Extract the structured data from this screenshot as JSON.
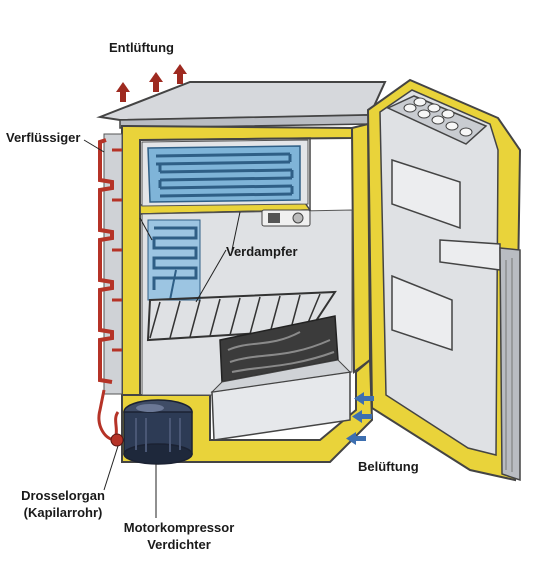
{
  "labels": {
    "entlueftung": "Entlüftung",
    "verfluessiger": "Verflüssiger",
    "verdampfer": "Verdampfer",
    "belueftung": "Belüftung",
    "drosselorgan_line1": "Drosselorgan",
    "drosselorgan_line2": "(Kapilarrohr)",
    "motorkompressor_line1": "Motorkompressor",
    "motorkompressor_line2": "Verdichter"
  },
  "colors": {
    "insulation": "#e9d33a",
    "cabinet_outline": "#444444",
    "panel": "#d6d8dc",
    "panel_dark": "#b9bcc2",
    "evaporator": "#7fb4d8",
    "evaporator_pipe": "#3b7fb5",
    "condenser_pipe": "#b53327",
    "arrow_red": "#9e2a20",
    "arrow_blue": "#3d6fb0",
    "compressor": "#2d3b55"
  }
}
